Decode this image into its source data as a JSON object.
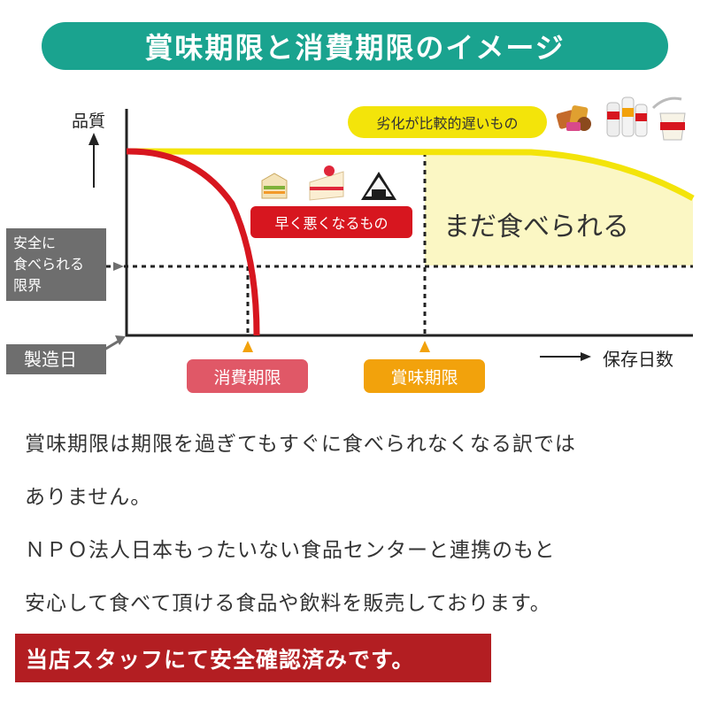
{
  "title": "賞味期限と消費期限のイメージ",
  "diagram": {
    "y_axis_label": "品質",
    "x_axis_label": "保存日数",
    "origin_label": "製造日",
    "safety_limit_label_lines": [
      "安全に",
      "食べられる",
      "限界"
    ],
    "slow_label": "劣化が比較的遅いもの",
    "fast_label": "早く悪くなるもの",
    "still_edible_label": "まだ食べられる",
    "consumption_deadline_label": "消費期限",
    "best_before_label": "賞味期限",
    "colors": {
      "teal": "#1aa38f",
      "yellow_line": "#f3e40a",
      "yellow_fill": "#fbf7c4",
      "red_line": "#d7161f",
      "red_tag": "#d7161f",
      "pink_tag": "#e05867",
      "orange_tag": "#f2a20c",
      "gray_box": "#6e6e6e"
    },
    "icons": {
      "slow_foods": [
        "snacks-icon",
        "bottled-drinks-icon",
        "cup-noodle-icon"
      ],
      "fast_foods": [
        "sandwich-icon",
        "cake-icon",
        "onigiri-icon"
      ]
    }
  },
  "body": {
    "lines": [
      "賞味期限は期限を過ぎてもすぐに食べられなくなる訳では",
      "ありません。",
      "ＮＰＯ法人日本もったいない食品センターと連携のもと",
      "安心して食べて頂ける食品や飲料を販売しております。"
    ]
  },
  "banner": "当店スタッフにて安全確認済みです。"
}
